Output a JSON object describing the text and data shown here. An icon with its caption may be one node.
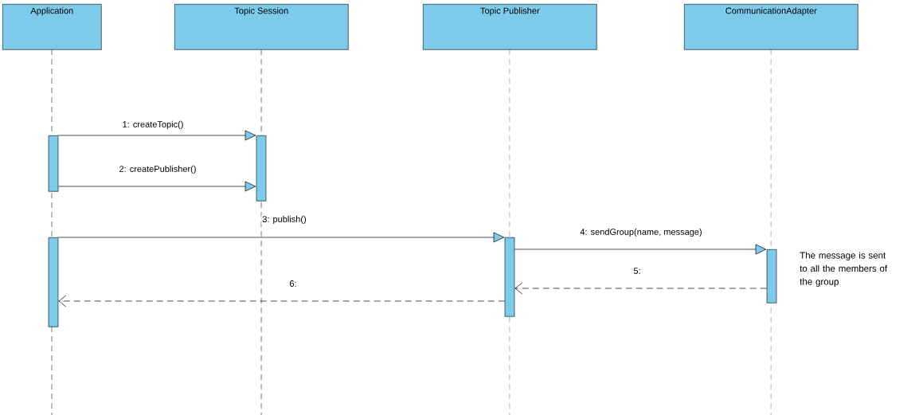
{
  "diagram": {
    "nodes": [
      {
        "text": [
          "Application"
        ]
      },
      {
        "text": [
          "Topic Session"
        ]
      },
      {
        "text": [
          "Topic Publisher"
        ]
      },
      {
        "text": [
          "CommunicationAdapter"
        ]
      },
      {
        "text": [],
        "shape": "bar"
      },
      {
        "text": [],
        "shape": "bar"
      },
      {
        "text": [],
        "shape": "bar"
      },
      {
        "text": [],
        "shape": "bar"
      },
      {
        "text": [],
        "shape": "bar"
      }
    ],
    "edges": [
      {
        "from": 4,
        "to": 5,
        "arrow": "to",
        "label": "1: createTopic()"
      },
      {
        "from": 4,
        "to": 5,
        "arrow": "to",
        "label": "2: createPublisher()"
      },
      {
        "from": 6,
        "to": 7,
        "arrow": "to",
        "label": "3: publish()"
      },
      {
        "from": 7,
        "to": 8,
        "arrow": "to",
        "label": "4: sendGroup(name, message)"
      },
      {
        "from": 8,
        "to": 7,
        "arrow": "to",
        "label": "5:",
        "style": "dashed"
      },
      {
        "from": 7,
        "to": 6,
        "arrow": "to",
        "label": "6:",
        "style": "dashed"
      }
    ],
    "labels": [
      "The message is sent to all the members of the group"
    ]
  }
}
